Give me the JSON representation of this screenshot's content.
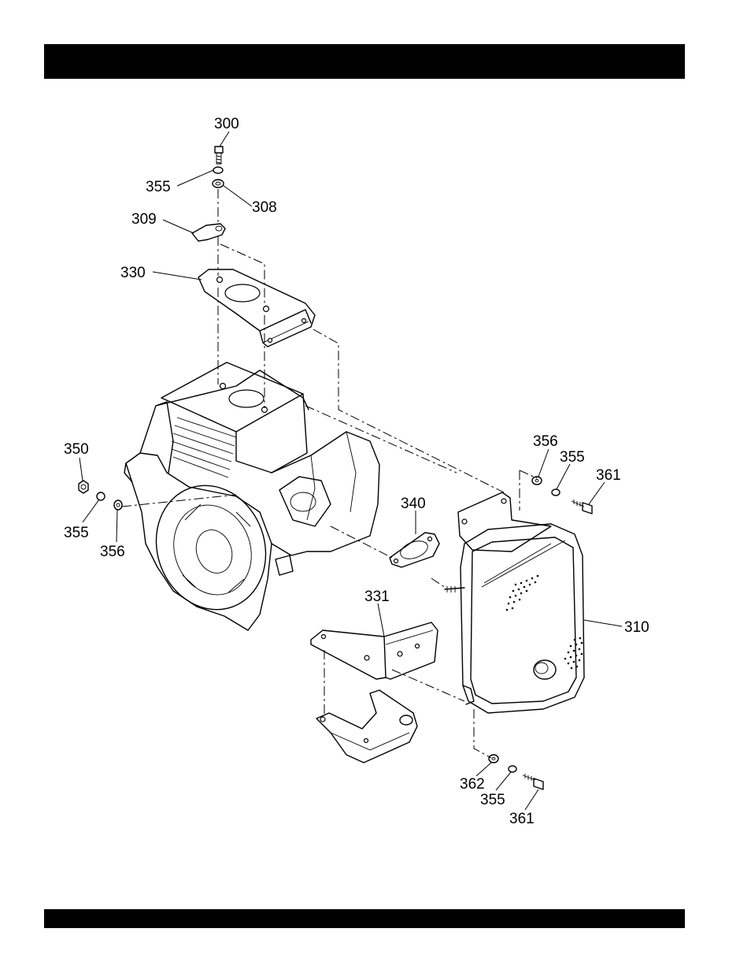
{
  "callouts": [
    {
      "id": "c300",
      "label": "300"
    },
    {
      "id": "c355a",
      "label": "355"
    },
    {
      "id": "c308",
      "label": "308"
    },
    {
      "id": "c309",
      "label": "309"
    },
    {
      "id": "c330",
      "label": "330"
    },
    {
      "id": "c350",
      "label": "350"
    },
    {
      "id": "c355b",
      "label": "355"
    },
    {
      "id": "c356a",
      "label": "356"
    },
    {
      "id": "c356b",
      "label": "356"
    },
    {
      "id": "c355c",
      "label": "355"
    },
    {
      "id": "c361a",
      "label": "361"
    },
    {
      "id": "c340",
      "label": "340"
    },
    {
      "id": "c331",
      "label": "331"
    },
    {
      "id": "c310",
      "label": "310"
    },
    {
      "id": "c362",
      "label": "362"
    },
    {
      "id": "c355d",
      "label": "355"
    },
    {
      "id": "c361b",
      "label": "361"
    }
  ]
}
